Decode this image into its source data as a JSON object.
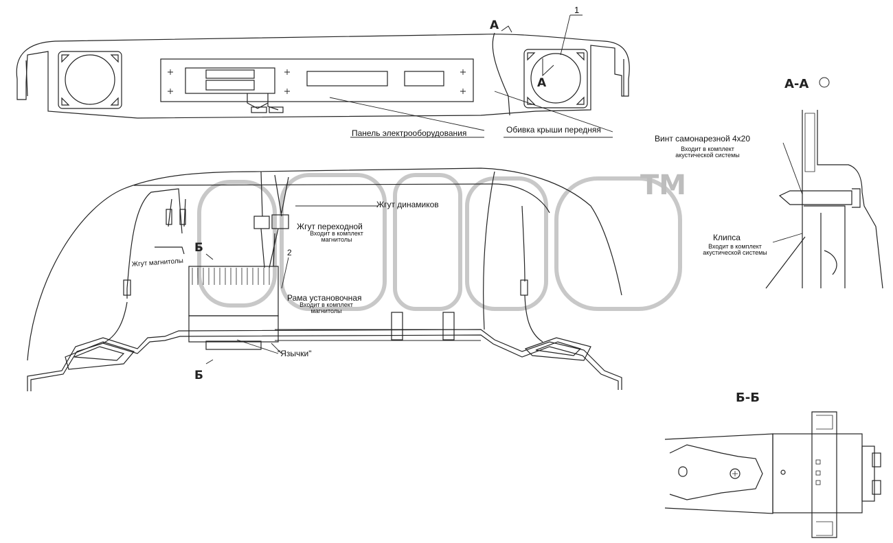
{
  "labels": {
    "part_1": "1",
    "part_2": "2",
    "panel": "Панель электрооборудования",
    "roof_trim": "Обивка крыши передняя",
    "speaker_harness": "Жгут динамиков",
    "adapter_harness": "Жгут переходной",
    "adapter_kit_note": "Входит в комплект магнитолы",
    "radio_harness": "Жгут магнитолы",
    "mount_frame": "Рама установочная",
    "frame_kit_note": "Входит в комплект магнитолы",
    "tabs": "\"Язычки\"",
    "screw": "Винт самонарезной 4х20",
    "screw_kit_note": "Входит в комплект акустической системы",
    "clip": "Клипса",
    "clip_kit_note": "Входит в комплект акустической системы"
  },
  "section_marks": {
    "a_letter": "А",
    "b_letter": "Б",
    "section_a_title": "А-А",
    "section_b_title": "Б-Б"
  },
  "watermark": {
    "tm": "TM"
  }
}
